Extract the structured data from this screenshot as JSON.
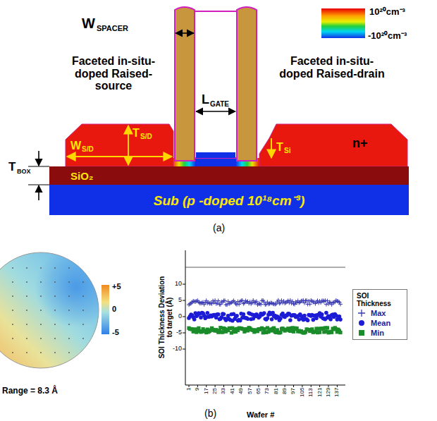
{
  "diagram": {
    "nodes": [
      {
        "text": [
          "Sub (p -doped 10¹⁸cm⁻³)"
        ]
      },
      {
        "text": [
          "SiO₂"
        ]
      }
    ],
    "labels": [
      "W",
      "SPACER",
      "10²⁰cm⁻³",
      "-10²⁰cm⁻³",
      "Faceted in-situ-doped Raised-source",
      "L",
      "GATE",
      "Faceted in-situ-doped Raised-drain",
      "W",
      "S/D",
      "T",
      "S/D",
      "T",
      "Si",
      "n+",
      "T",
      "BOX",
      "(a)",
      "+5",
      "0",
      "-5",
      "Range = 8.3 Å",
      "SOI Thickness Deviation to target (Å)",
      "10",
      "5",
      "0",
      "-5",
      "-10",
      "1",
      "9",
      "17",
      "25",
      "33",
      "41",
      "49",
      "57",
      "65",
      "73",
      "81",
      "89",
      "97",
      "105",
      "113",
      "121",
      "129",
      "137",
      "Wafer #",
      "SOI Thickness",
      "(b)"
    ],
    "legend": [
      {
        "text": "Max"
      },
      {
        "text": "Mean",
        "color": "#1c1cd6"
      },
      {
        "text": "Min",
        "color": "#1a8c2a"
      }
    ]
  }
}
